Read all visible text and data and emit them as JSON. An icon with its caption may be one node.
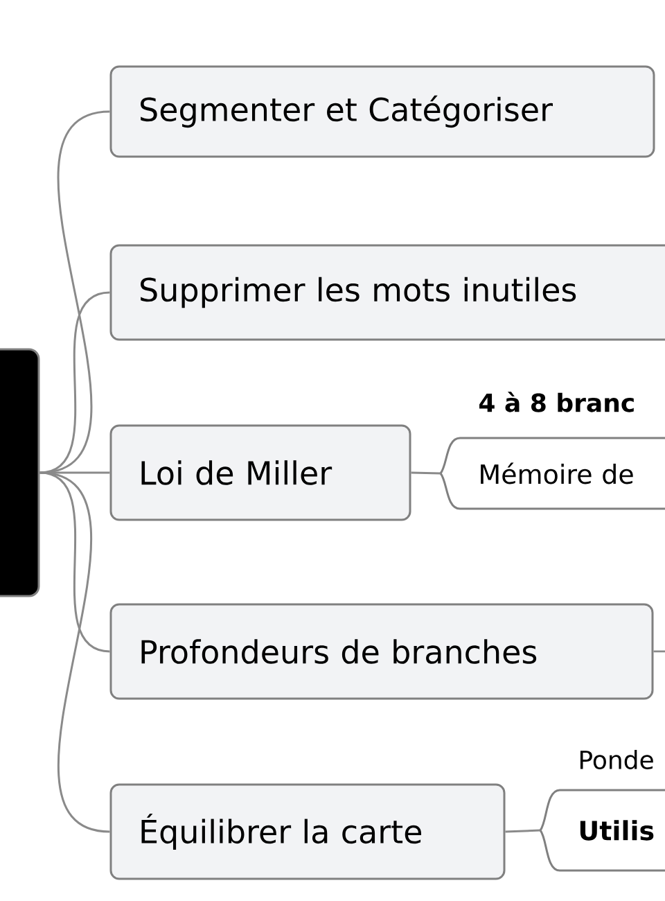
{
  "diagram": {
    "nodes": [
      {
        "text": [],
        "shape": "box"
      },
      {
        "text": [
          "Segmenter et Catégoriser"
        ]
      },
      {
        "text": [
          "Supprimer les mots inutiles"
        ]
      },
      {
        "text": [
          "Loi de Miller"
        ]
      },
      {
        "text": [
          "4 à 8 branc",
          "Mémoire de"
        ]
      },
      {
        "text": [
          "Profondeurs de branches"
        ]
      },
      {
        "text": [
          "Équilibrer la carte"
        ]
      },
      {
        "text": [
          "Ponde",
          "Utilis"
        ]
      }
    ],
    "edges": [
      {
        "from": 0,
        "to": 1,
        "arrow": "none"
      },
      {
        "from": 0,
        "to": 2,
        "arrow": "none"
      },
      {
        "from": 0,
        "to": 3,
        "arrow": "none"
      },
      {
        "from": 0,
        "to": 5,
        "arrow": "none"
      },
      {
        "from": 0,
        "to": 6,
        "arrow": "none"
      },
      {
        "from": 3,
        "to": 4,
        "arrow": "none"
      },
      {
        "from": 5,
        "to": null,
        "arrow": "none"
      },
      {
        "from": 6,
        "to": 7,
        "arrow": "none"
      }
    ]
  }
}
